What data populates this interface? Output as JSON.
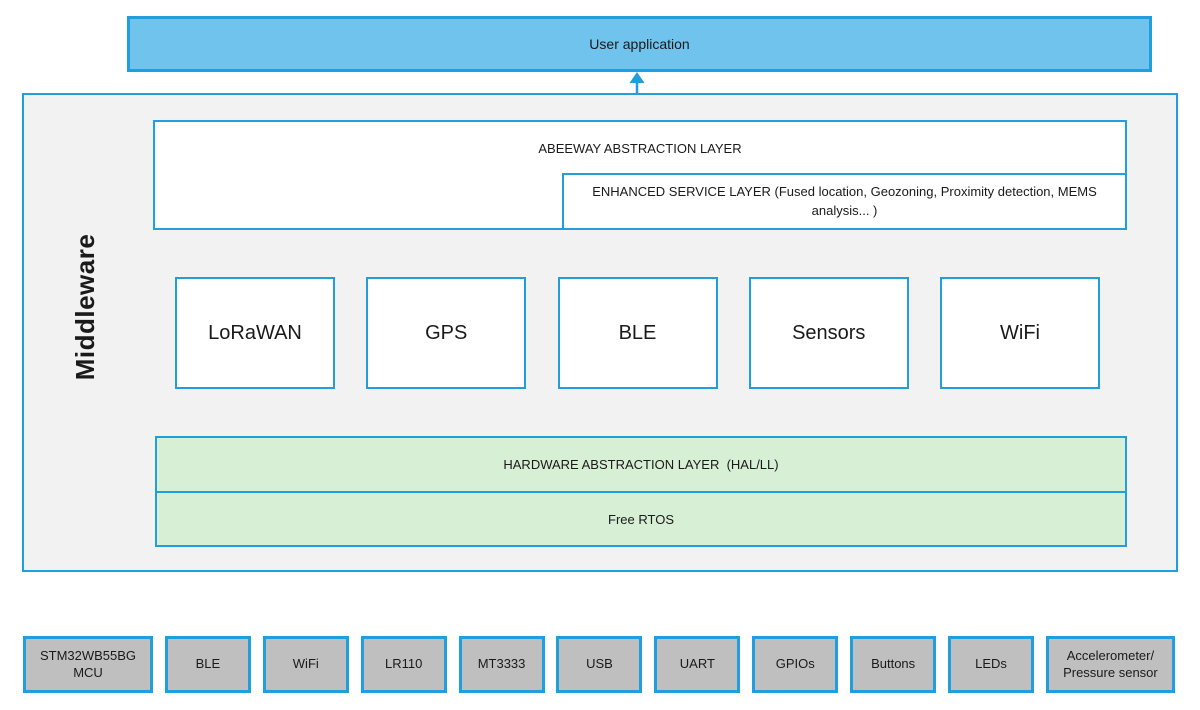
{
  "colors": {
    "border_blue": "#219fdd",
    "bar_fill": "#6fc3ec",
    "container_fill": "#f2f2f2",
    "box_fill": "#ffffff",
    "green_fill": "#d7efd5",
    "gray_fill": "#bfbfbf",
    "text": "#1a1a1a"
  },
  "user_application": {
    "label": "User application"
  },
  "connector": {
    "icon": "bidirectional-arrow"
  },
  "middleware": {
    "label": "Middleware",
    "abstraction_layer": {
      "label": "ABEEWAY ABSTRACTION LAYER"
    },
    "enhanced_service_layer": {
      "label": "ENHANCED SERVICE LAYER (Fused location, Geozoning, Proximity detection, MEMS analysis... )"
    },
    "modules": [
      "LoRaWAN",
      "GPS",
      "BLE",
      "Sensors",
      "WiFi"
    ],
    "hal": {
      "label": "HARDWARE ABSTRACTION LAYER  (HAL/LL)"
    },
    "rtos": {
      "label": "Free RTOS"
    }
  },
  "hardware": [
    "STM32WB55BG MCU",
    "BLE",
    "WiFi",
    "LR110",
    "MT3333",
    "USB",
    "UART",
    "GPIOs",
    "Buttons",
    "LEDs",
    "Accelerometer/ Pressure sensor"
  ]
}
